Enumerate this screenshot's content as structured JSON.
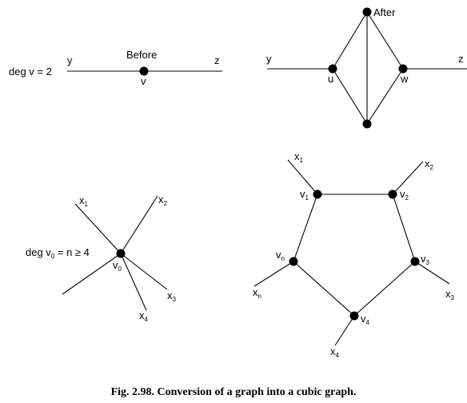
{
  "top_left": {
    "label_deg": "deg v = 2",
    "label_title": "Before",
    "y": "y",
    "z": "z",
    "v": "v"
  },
  "top_right": {
    "label_title": "After",
    "y": "y",
    "z": "z",
    "u": "u",
    "w": "w"
  },
  "bottom_left": {
    "deg_main": "deg v",
    "deg_sub": "0",
    "deg_rest": " = n ≥ 4",
    "v_main": "v",
    "v_sub": "0",
    "x": "x",
    "sub1": "1",
    "sub2": "2",
    "sub3": "3",
    "sub4": "4"
  },
  "bottom_right": {
    "v": "v",
    "x": "x",
    "sub1": "1",
    "sub2": "2",
    "sub3": "3",
    "sub4": "4",
    "subn": "n"
  },
  "caption": "Fig. 2.98. Conversion of a graph into a cubic graph."
}
